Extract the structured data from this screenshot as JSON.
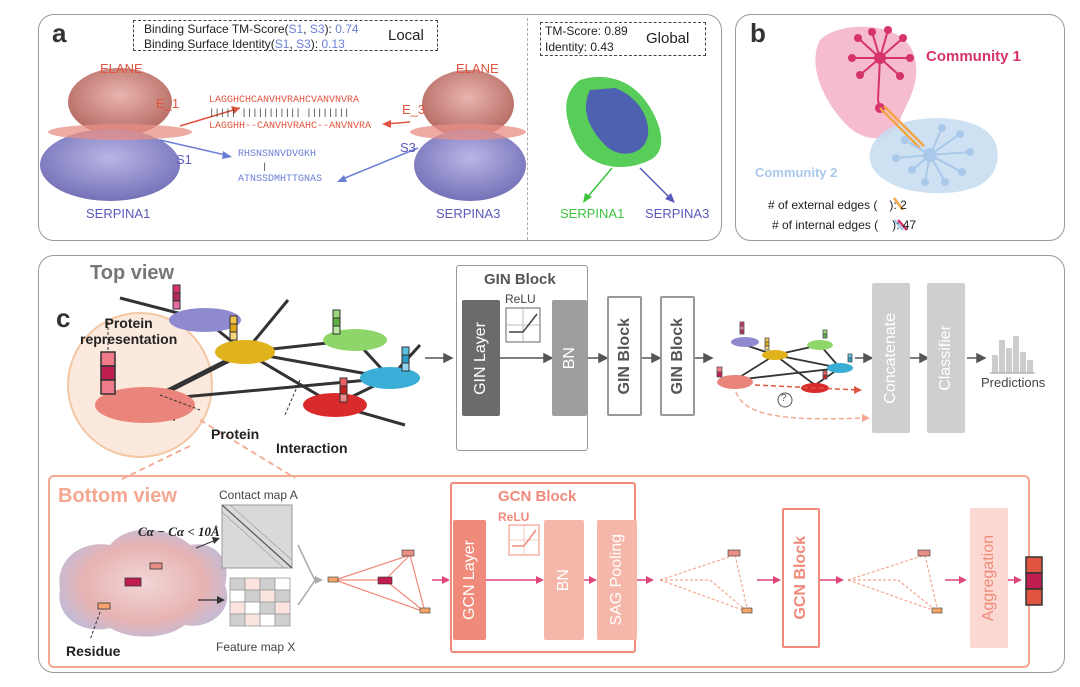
{
  "panel_a": {
    "label": "a",
    "local_box": {
      "line1_prefix": "Binding Surface TM-Score(",
      "line1_s1": "S1",
      "line1_sep": ", ",
      "line1_s3": "S3",
      "line1_suffix": "): ",
      "line1_value": "0.74",
      "line2_prefix": "Binding Surface Identity(",
      "line2_s1": "S1",
      "line2_sep": ", ",
      "line2_s3": "S3",
      "line2_suffix": "): ",
      "line2_value": "0.13",
      "title": "Local"
    },
    "global_box": {
      "line1": "TM-Score: 0.89",
      "line2": "Identity: 0.43",
      "title": "Global"
    },
    "left": {
      "top_protein": "ELANE",
      "bottom_protein": "SERPINA1",
      "edge_label": "E_1",
      "surface_label": "S1"
    },
    "right": {
      "top_protein": "ELANE",
      "bottom_protein": "SERPINA3",
      "edge_label": "E_3",
      "surface_label": "S3"
    },
    "seq_red_1": "LAGGHCHCANVHVRAHCVANVNVRA",
    "seq_red_mid": "|||||  |||||||||||  ||||||||",
    "seq_red_2": "LAGGHH--CANVHVRAHC--ANVNVRA",
    "seq_blue_1": "RHSNSNNVDVGKH",
    "seq_blue_mid": "|",
    "seq_blue_2": "ATNSSDMHTTGNAS",
    "global_labels": {
      "green": "SERPINA1",
      "blue": "SERPINA3"
    },
    "colors": {
      "red": "#e0553f",
      "blue": "#5a5aba",
      "green": "#3cc43c",
      "light_blue": "#6b7fd7"
    }
  },
  "panel_b": {
    "label": "b",
    "community1": "Community 1",
    "community2": "Community 2",
    "external_edges_prefix": "# of external edges (",
    "external_edges_suffix": "): 2",
    "internal_edges_prefix": "# of internal edges (",
    "internal_edges_suffix": "): 47",
    "colors": {
      "community1": "#d6336c",
      "community2": "#a9c8ea"
    }
  },
  "panel_c": {
    "label": "c",
    "top_view": "Top view",
    "protein_representation": "Protein\nrepresentation",
    "protein": "Protein",
    "interaction": "Interaction",
    "gin_block_title": "GIN Block",
    "relu": "ReLU",
    "gin_layer": "GIN Layer",
    "bn": "BN",
    "gin_block": "GIN Block",
    "concatenate": "Concatenate",
    "classifier": "Classifier",
    "predictions": "Predictions",
    "question": "?",
    "bottom_view": "Bottom view",
    "contact_map": "Contact map A",
    "feature_map": "Feature map X",
    "formula": "Cα − Cα < 10Å",
    "residue": "Residue",
    "gcn_block_title": "GCN Block",
    "gcn_relu": "ReLU",
    "gcn_layer": "GCN Layer",
    "gcn_bn": "BN",
    "sag_pooling": "SAG Pooling",
    "gcn_block": "GCN Block",
    "aggregation": "Aggregation",
    "colors": {
      "salmon": "#f08a7a",
      "gray_dark": "#6b6b6b",
      "gray": "#9e9e9e",
      "gray_light": "#cfcfcf"
    }
  }
}
